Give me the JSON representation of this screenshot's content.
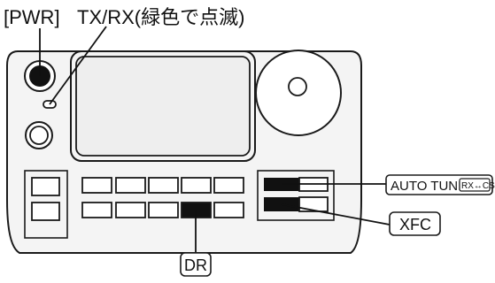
{
  "labels": {
    "pwr": "[PWR]",
    "txrx": "TX/RX(緑色で点滅)",
    "auto_tune_main": "AUTO TUNE",
    "auto_tune_sub": "RX↔CS",
    "xfc": "XFC",
    "dr": "DR"
  },
  "colors": {
    "outline": "#1a1a1a",
    "panel": "#f4f4f4",
    "screen": "#eeeeee",
    "highlight_key": "#111111",
    "label_bg": "#ffffff"
  }
}
